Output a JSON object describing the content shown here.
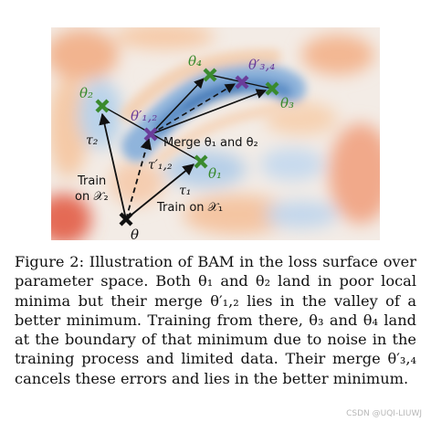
{
  "figure": {
    "labels": {
      "theta": "θ",
      "theta1": "θ₁",
      "theta2": "θ₂",
      "theta3": "θ₃",
      "theta4": "θ₄",
      "theta12": "θ′₁,₂",
      "theta34": "θ′₃,₄",
      "tau1": "τ₁",
      "tau2": "τ₂",
      "tau12": "τ′₁,₂",
      "merge": "Merge θ₁ and θ₂",
      "train_x1": "Train on 𝒳₁",
      "train_x2_line1": "Train",
      "train_x2_line2": "on 𝒳₂"
    },
    "colors": {
      "green_marker": "#3a8a2e",
      "purple_marker": "#6a3d9a",
      "black_marker": "#111111",
      "green_text": "#3a8a2e",
      "purple_text": "#6a3d9a"
    }
  },
  "caption": {
    "prefix": "Figure 2: Illustration of ",
    "bam_b": "B",
    "bam_rest": "AM",
    "suffix": " in the loss surface over parameter space. Both θ₁ and θ₂ land in poor local minima but their merge θ′₁,₂ lies in the valley of a better minimum. Training from there, θ₃ and θ₄ land at the boundary of that minimum due to noise in the training process and limited data. Their merge θ′₃,₄ cancels these errors and lies in the better minimum."
  },
  "watermark": "CSDN @UQI-LIUWJ"
}
